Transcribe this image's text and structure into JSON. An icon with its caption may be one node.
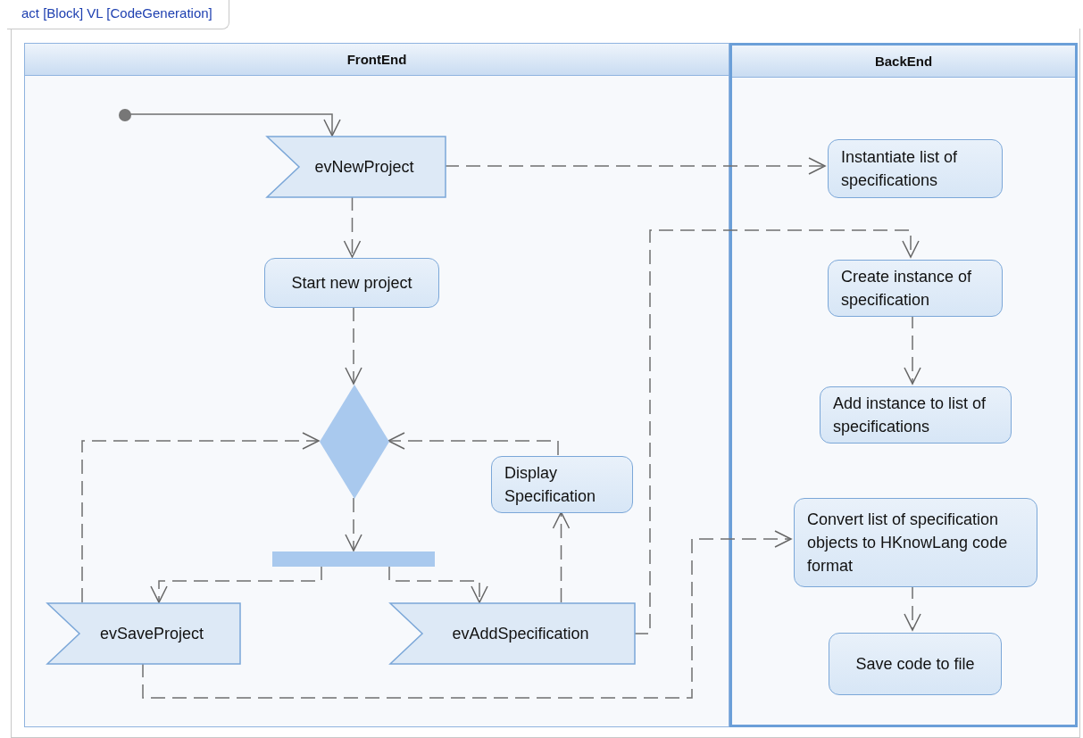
{
  "diagram": {
    "title": "act [Block] VL [CodeGeneration]",
    "nodes": [
      {
        "text": [
          "FrontEnd"
        ]
      },
      {
        "text": [
          "BackEnd"
        ]
      },
      {
        "text": [],
        "shape": "circle",
        "in": 0
      },
      {
        "text": [
          "evNewProject"
        ],
        "in": 0
      },
      {
        "text": [
          "Start new project"
        ],
        "in": 0
      },
      {
        "text": [],
        "shape": "diamond",
        "in": 0
      },
      {
        "text": [],
        "shape": "bar",
        "in": 0
      },
      {
        "text": [
          "Display Specification"
        ],
        "in": 0
      },
      {
        "text": [
          "evSaveProject"
        ],
        "in": 0
      },
      {
        "text": [
          "evAddSpecification"
        ],
        "in": 0
      },
      {
        "text": [
          "Instantiate list of specifications"
        ],
        "in": 1
      },
      {
        "text": [
          "Create instance of specification"
        ],
        "in": 1
      },
      {
        "text": [
          "Add instance to list of specifications"
        ],
        "in": 1
      },
      {
        "text": [
          "Convert list of specification objects to HKnowLang code format"
        ],
        "in": 1
      },
      {
        "text": [
          "Save code to file"
        ],
        "in": 1
      }
    ],
    "edges": [
      {
        "from": 2,
        "to": 3,
        "arrow": "to"
      },
      {
        "from": 3,
        "to": 10,
        "arrow": "to",
        "style": "dashed"
      },
      {
        "from": 3,
        "to": 4,
        "arrow": "to",
        "style": "dashed"
      },
      {
        "from": 4,
        "to": 5,
        "arrow": "to",
        "style": "dashed"
      },
      {
        "from": 5,
        "to": 6,
        "arrow": "to",
        "style": "dashed"
      },
      {
        "from": 6,
        "to": 8,
        "arrow": "to",
        "style": "dashed"
      },
      {
        "from": 6,
        "to": 9,
        "arrow": "to",
        "style": "dashed"
      },
      {
        "from": 9,
        "to": 7,
        "arrow": "to",
        "style": "dashed"
      },
      {
        "from": 7,
        "to": 5,
        "arrow": "to",
        "style": "dashed"
      },
      {
        "from": 8,
        "to": 5,
        "arrow": "to",
        "style": "dashed"
      },
      {
        "from": 9,
        "to": 11,
        "arrow": "to",
        "style": "dashed"
      },
      {
        "from": 11,
        "to": 12,
        "arrow": "to",
        "style": "dashed"
      },
      {
        "from": 8,
        "to": 13,
        "arrow": "to",
        "style": "dashed"
      },
      {
        "from": 13,
        "to": 14,
        "arrow": "to",
        "style": "dashed"
      }
    ]
  }
}
